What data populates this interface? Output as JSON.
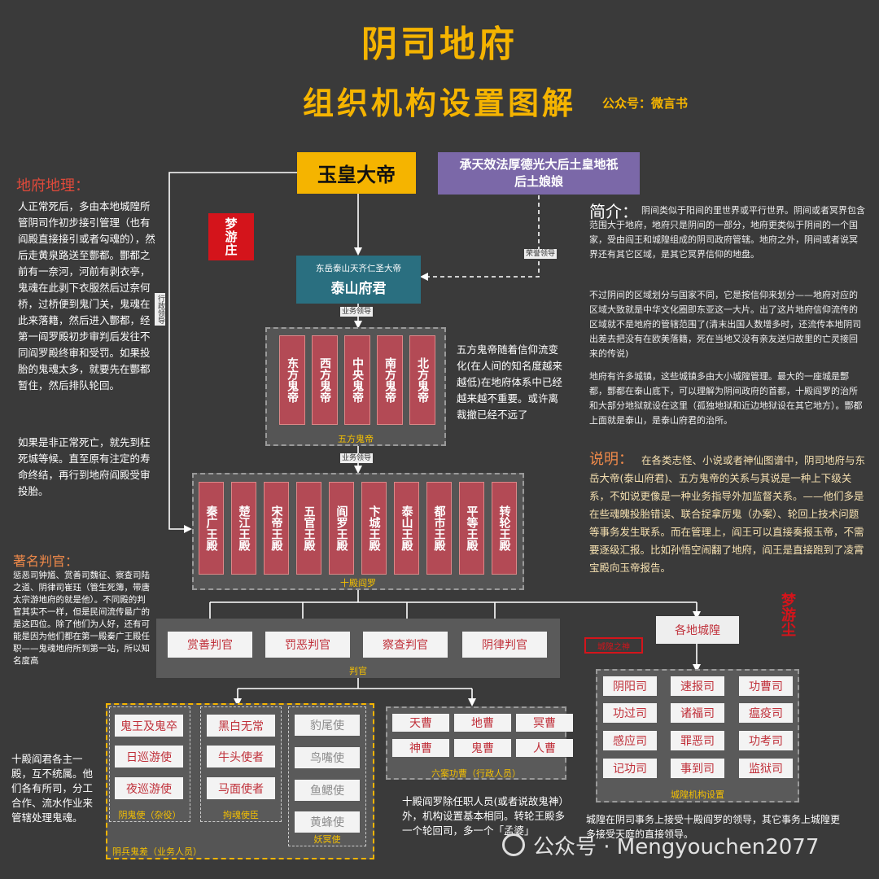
{
  "title": "阴司地府",
  "subtitle": "组织机构设置图解",
  "account": "公众号：微言书",
  "jade_emperor": "玉皇大帝",
  "houtu": "承天效法厚德光大后土皇地祇后土娘娘",
  "taishan": {
    "line1": "东岳泰山天齐仁圣大帝",
    "line2": "泰山府君"
  },
  "links": {
    "admin": "行政领导",
    "business1": "业务领导",
    "business2": "业务领导",
    "honorary": "荣誉领导"
  },
  "five_ghosts": {
    "items": [
      "东方鬼帝",
      "西方鬼帝",
      "中央鬼帝",
      "南方鬼帝",
      "北方鬼帝"
    ],
    "label": "五方鬼帝",
    "note": "五方鬼帝随着信仰流变化(在人间的知名度越来越低)在地府体系中已经越来越不重要。或许离裁撤已经不远了"
  },
  "ten_kings": {
    "items": [
      "秦广王殿",
      "楚江王殿",
      "宋帝王殿",
      "五官王殿",
      "阎罗王殿",
      "卞城王殿",
      "泰山王殿",
      "都市王殿",
      "平等王殿",
      "转轮王殿"
    ],
    "label": "十殿阎罗"
  },
  "judges": {
    "items": [
      "赏善判官",
      "罚恶判官",
      "察查判官",
      "阴律判官"
    ],
    "label": "判官"
  },
  "city_gods": {
    "title": "各地城隍",
    "items": [
      "阴阳司",
      "速报司",
      "功曹司",
      "功过司",
      "诸福司",
      "瘟疫司",
      "感应司",
      "罪恶司",
      "功考司",
      "记功司",
      "事到司",
      "监狱司"
    ],
    "label": "城隍机构设置",
    "tag": "城隍之神",
    "note": "城隍在阴司事务上接受十殿阎罗的领导，其它事务上城隍更多接受天庭的直接领导。"
  },
  "ghost_runners": {
    "items": [
      "鬼王及鬼卒",
      "日巡游使",
      "夜巡游使"
    ],
    "label": "阴鬼使（杂役）"
  },
  "soul_catchers": {
    "items": [
      "黑白无常",
      "牛头使者",
      "马面使者"
    ],
    "label": "拘魂使臣"
  },
  "demon_envoys": {
    "items": [
      "豹尾使",
      "鸟嘴使",
      "鱼鳃使",
      "黄蜂使"
    ],
    "label": "妖冥使"
  },
  "bureaus": {
    "items": [
      "天曹",
      "地曹",
      "冥曹",
      "神曹",
      "鬼曹",
      "人曹"
    ],
    "label": "六案功曹（行政人员）"
  },
  "yinbing_label": "阴兵鬼差（业务人员）",
  "left_geo": {
    "heading": "地府地理：",
    "p1": "人正常死后，多由本地城隍所管阴司作初步接引管理（也有阎殿直接接引或者勾魂的），然后走黄泉路送至酆都。酆都之前有一奈河，河前有剥衣亭，鬼魂在此剥下衣服然后过奈何桥，过桥便到鬼门关，鬼魂在此来落籍，然后进入酆都，经第一阎罗殿初步审判后发往不同阎罗殿终审和受罚。如果投胎的鬼魂太多，就要先在酆都暂住，然后排队轮回。",
    "p2": "如果是非正常死亡，就先到枉死城等候。直至原有注定的寿命终结，再行到地府阎殿受审投胎。"
  },
  "famous_judges": {
    "heading": "著名判官：",
    "text": "惩恶司钟馗、赏善司魏征、察查司陆之道、阴律司崔珏（管生死簿，带唐太宗游地府的就是他）。不同殿的判官其实不一样，但是民间流传最广的是这四位。除了他们为人好，还有可能是因为他们都在第一殿秦广王殿任职——鬼魂地府所到第一站，所以知名度高"
  },
  "ten_kings_note": "十殿阎君各主一殿，互不统属。他们各有所司，分工合作、流水作业来管辖处理鬼魂。",
  "structure_note": "十殿阎罗除任职人员(或者说故鬼神）外，机构设置基本相同。转轮王殿多一个轮回司，多一个「孟婆」",
  "intro": {
    "heading": "简介：",
    "p1": "阴间类似于阳间的里世界或平行世界。阴间或者冥界包含范围大于地府，地府只是阴间的一部分，地府更类似于阴间的一个国家，受由阎王和城隍组成的阴司政府管辖。地府之外，阴间或者说冥界还有其它区域，是其它冥界信仰的地盘。",
    "p2": "不过阴间的区域划分与国家不同，它是按信仰来划分——地府对应的区域大致就是中华文化圈即东亚这一大片。出了这片地府信仰流传的区域就不是地府的管辖范围了(清末出国人数增多时，还流传本地阴司出差去把没有在欧美落籍，死在当地又没有亲友送归故里的亡灵接回来的传说)",
    "p3": "地府有许多城镇，这些城镇多由大小城隍管理。最大的一座城是酆都，酆都在泰山底下，可以理解为阴间政府的首都，十殿阎罗的治所和大部分地狱就设在这里（孤独地狱和近边地狱设在其它地方）。酆都上面就是泰山，是泰山府君的治所。"
  },
  "explain": {
    "heading": "说明：",
    "text": "在各类志怪、小说或者神仙图谱中，阴司地府与东岳大帝(泰山府君)、五方鬼帝的关系与其说是一种上下级关系，不如说更像是一种业务指导外加监督关系。——他们多是在些魂魄投胎错误、联合捉拿厉鬼（办案）、轮回上技术问题等事务发生联系。而在管理上，阎王可以直接奏报玉帝，不需要逐级汇报。比如孙悟空闹翻了地府，阎王是直接跑到了凌霄宝殿向玉帝报告。"
  },
  "seal1": "梦游庄",
  "seal2": "梦游尘",
  "watermark": "公众号 · Mengyouchen2077",
  "colors": {
    "gold": "#f5b400",
    "purple": "#7b68a8",
    "teal": "#2a6f80",
    "red": "#b34a55",
    "bg": "#3a3a3a"
  }
}
